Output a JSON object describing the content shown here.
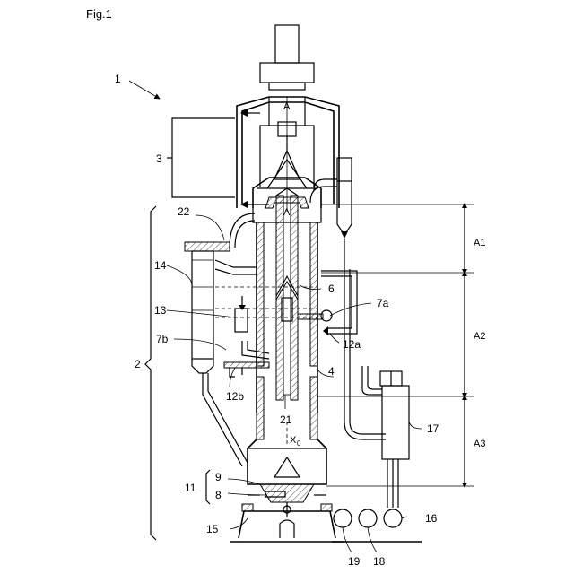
{
  "figure_label": "Fig.1",
  "callouts": {
    "c1": "1",
    "c2": "2",
    "c3": "3",
    "c4": "4",
    "c6": "6",
    "c7a": "7a",
    "c7b": "7b",
    "c8": "8",
    "c9": "9",
    "c11": "11",
    "c12a": "12a",
    "c12b": "12b",
    "c13": "13",
    "c14": "14",
    "c15": "15",
    "c16": "16",
    "c17": "17",
    "c18": "18",
    "c19": "19",
    "c21": "21",
    "c22": "22"
  },
  "section_marks": {
    "top": "A",
    "bottom": "A"
  },
  "axis_mark": {
    "letter": "X",
    "subscript": "0"
  },
  "zones": {
    "a1": "A1",
    "a2": "A2",
    "a3": "A3"
  }
}
